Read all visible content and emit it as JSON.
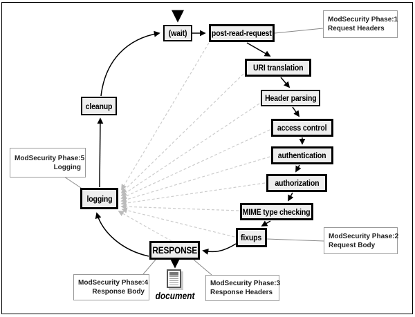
{
  "nodes": {
    "wait": "(wait)",
    "post_read_request": "post-read-request",
    "uri_translation": "URI translation",
    "header_parsing": "Header parsing",
    "access_control": "access control",
    "authentication": "authentication",
    "authorization": "authorization",
    "mime_type_checking": "MIME type checking",
    "fixups": "fixups",
    "response": "RESPONSE",
    "logging": "logging",
    "cleanup": "cleanup"
  },
  "annotations": {
    "phase1": {
      "line1": "ModSecurity Phase:1",
      "line2": "Request Headers"
    },
    "phase2": {
      "line1": "ModSecurity Phase:2",
      "line2": "Request Body"
    },
    "phase3": {
      "line1": "ModSecurity Phase:3",
      "line2": "Response Headers"
    },
    "phase4": {
      "line1": "ModSecurity Phase:4",
      "line2": "Response Body"
    },
    "phase5": {
      "line1": "ModSecurity Phase:5",
      "line2": "Logging"
    }
  },
  "document_label": "document",
  "colors": {
    "background": "#ffffff",
    "node_fill": "#eeeeee",
    "node_border": "#000000",
    "flow_arrow": "#000000",
    "dashed_phase_link": "#cccccc",
    "annotation_border": "#999999",
    "annotation_link": "#888888"
  }
}
